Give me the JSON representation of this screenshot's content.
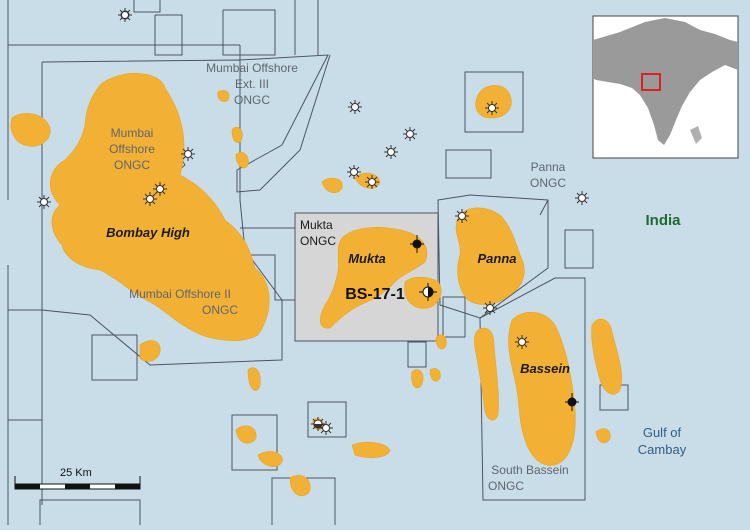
{
  "map": {
    "colors": {
      "sea": "#c9dde9",
      "field": "#f2b134",
      "block_outline": "#4a5560",
      "highlight_block": "#d6d6d6",
      "country_label": "#1f6b2f",
      "gulf_label": "#2f5f85",
      "inset_land": "#9a9a9a",
      "inset_highlight": "#e02020"
    },
    "blocks": {
      "mumbai_ext3": [
        "Mumbai Offshore",
        "Ext. III",
        "ONGC"
      ],
      "mumbai_offshore": [
        "Mumbai",
        "Offshore",
        "ONGC"
      ],
      "mumbai_offshore_2": [
        "Mumbai Offshore II",
        "ONGC"
      ],
      "mukta": [
        "Mukta",
        "ONGC"
      ],
      "panna": [
        "Panna",
        "ONGC"
      ],
      "south_bassein": [
        "South Bassein",
        "ONGC"
      ]
    },
    "fields": {
      "bombay_high": "Bombay High",
      "mukta": "Mukta",
      "panna": "Panna",
      "bassein": "Bassein"
    },
    "well_label": "BS-17-1",
    "country_label": "India",
    "gulf_label": [
      "Gulf of",
      "Cambay"
    ],
    "scale_bar": {
      "label": "25 Km"
    },
    "icons": {
      "well": "dry-well-icon",
      "producing_well": "producing-well-icon",
      "gas_well": "gas-well-icon",
      "discovery": "discovery-well-icon"
    }
  }
}
